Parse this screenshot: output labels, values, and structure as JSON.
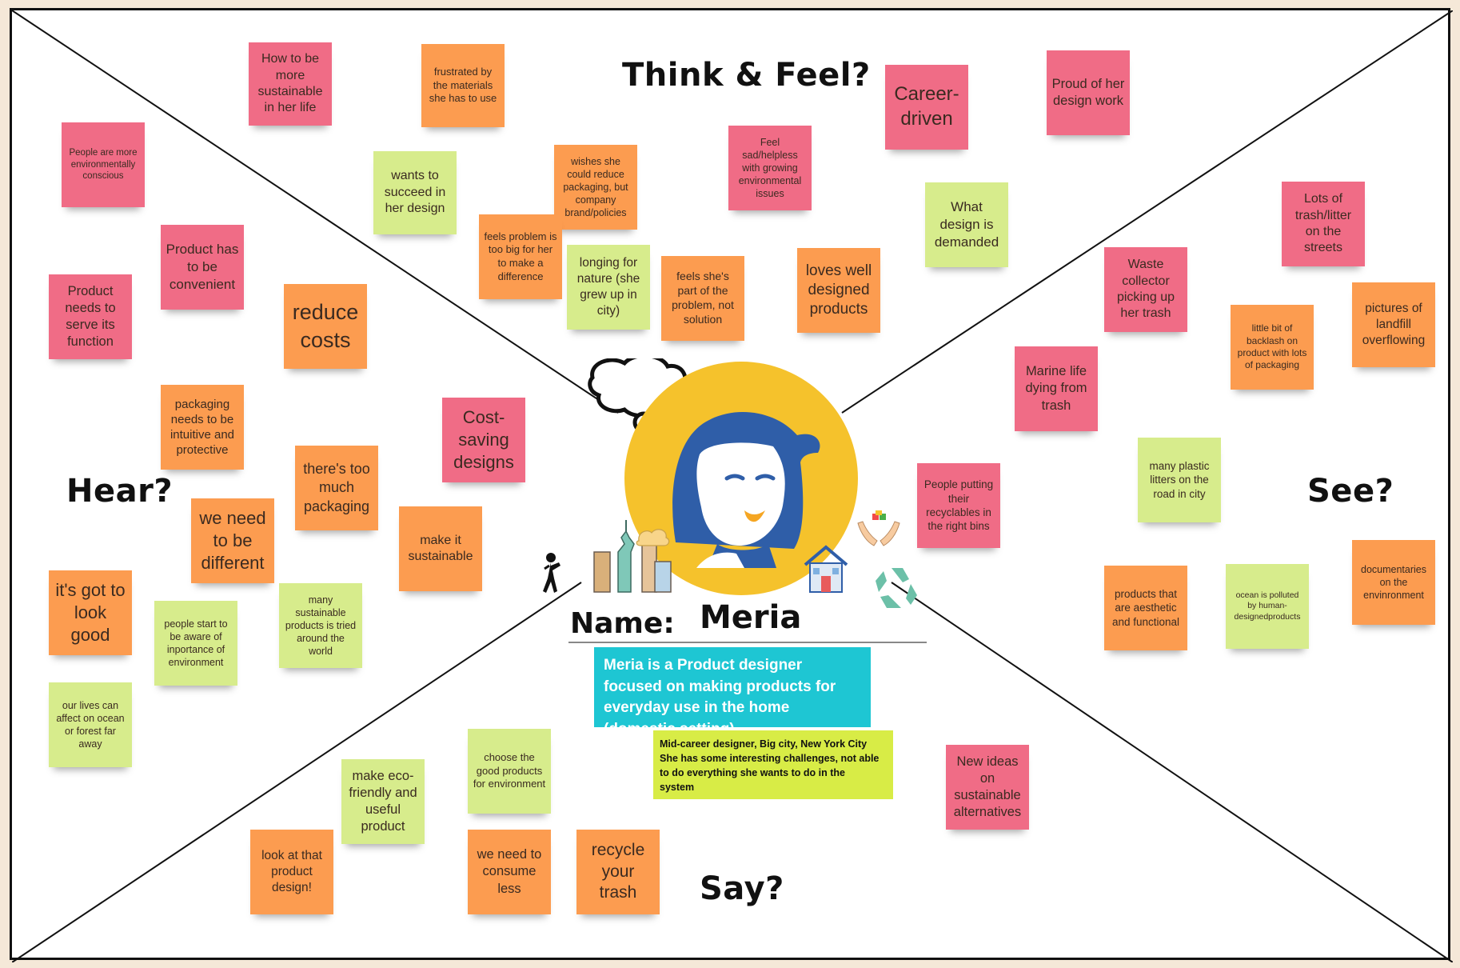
{
  "colors": {
    "pink": "#f06c86",
    "orange": "#fc9c50",
    "green": "#d7ec8c",
    "teal": "#1ec6d3",
    "lime": "#d8ec46",
    "avatar_ring": "#f5c22c",
    "avatar_hair": "#2f5ea8"
  },
  "quadrants": {
    "think_feel": "Think & Feel?",
    "hear": "Hear?",
    "see": "See?",
    "say": "Say?"
  },
  "persona": {
    "name_label": "Name:",
    "name": "Meria",
    "description": "Meria is a Product designer focused on making products for everyday use in the home (domestic setting)",
    "details": [
      "Mid-career designer, Big city, New York City",
      "She has some interesting challenges, not able to do everything she wants to do in the",
      "system"
    ],
    "icons": [
      "thought-bubble-icon",
      "woman-avatar-icon",
      "new-york-city-icon",
      "stressed-person-icon",
      "house-icon",
      "recycle-icon",
      "hands-sharing-icon"
    ]
  },
  "notes": {
    "think_feel": [
      {
        "text": "How to be more sustainable in her life",
        "color": "pink"
      },
      {
        "text": "frustrated by the materials she has to use",
        "color": "orange"
      },
      {
        "text": "wants to succeed in her design",
        "color": "green"
      },
      {
        "text": "wishes she could reduce packaging, but company brand/policies",
        "color": "orange"
      },
      {
        "text": "feels problem is too big for her to make a difference",
        "color": "orange"
      },
      {
        "text": "longing for nature (she grew up in city)",
        "color": "green"
      },
      {
        "text": "feels she's part of the problem, not solution",
        "color": "orange"
      },
      {
        "text": "Feel sad/helpless with growing environmental issues",
        "color": "pink"
      },
      {
        "text": "Career-driven",
        "color": "pink"
      },
      {
        "text": "Proud of her design work",
        "color": "pink"
      },
      {
        "text": "What design is demanded",
        "color": "green"
      },
      {
        "text": "loves well designed products",
        "color": "orange"
      }
    ],
    "hear": [
      {
        "text": "People are more environmentally conscious",
        "color": "pink"
      },
      {
        "text": "Product has to be convenient",
        "color": "pink"
      },
      {
        "text": "Product needs to serve its function",
        "color": "pink"
      },
      {
        "text": "reduce costs",
        "color": "orange"
      },
      {
        "text": "packaging needs to be intuitive and protective",
        "color": "orange"
      },
      {
        "text": "Cost-saving designs",
        "color": "pink"
      },
      {
        "text": "there's too much packaging",
        "color": "orange"
      },
      {
        "text": "we need to be different",
        "color": "orange"
      },
      {
        "text": "make it sustainable",
        "color": "orange"
      },
      {
        "text": "it's got to look good",
        "color": "orange"
      },
      {
        "text": "people start to be aware of inportance of environment",
        "color": "green"
      },
      {
        "text": "many sustainable products is tried around the world",
        "color": "green"
      },
      {
        "text": "our lives can affect on ocean or forest far away",
        "color": "green"
      }
    ],
    "see": [
      {
        "text": "Lots of trash/litter on the streets",
        "color": "pink"
      },
      {
        "text": "Waste collector picking up her trash",
        "color": "pink"
      },
      {
        "text": "little bit of backlash on product with lots of packaging",
        "color": "orange"
      },
      {
        "text": "pictures of landfill overflowing",
        "color": "orange"
      },
      {
        "text": "Marine life dying from trash",
        "color": "pink"
      },
      {
        "text": "many plastic litters on the road in city",
        "color": "green"
      },
      {
        "text": "People putting their recyclables in the right bins",
        "color": "pink"
      },
      {
        "text": "products that are aesthetic and functional",
        "color": "orange"
      },
      {
        "text": "ocean is polluted by human-designedproducts",
        "color": "green"
      },
      {
        "text": "documentaries on the envinronment",
        "color": "orange"
      }
    ],
    "say": [
      {
        "text": "make eco-friendly and useful product",
        "color": "green"
      },
      {
        "text": "choose the good products for environment",
        "color": "green"
      },
      {
        "text": "look at that product design!",
        "color": "orange"
      },
      {
        "text": "we need to consume less",
        "color": "orange"
      },
      {
        "text": "recycle your trash",
        "color": "orange"
      },
      {
        "text": "New ideas on sustainable alternatives",
        "color": "pink"
      }
    ]
  }
}
